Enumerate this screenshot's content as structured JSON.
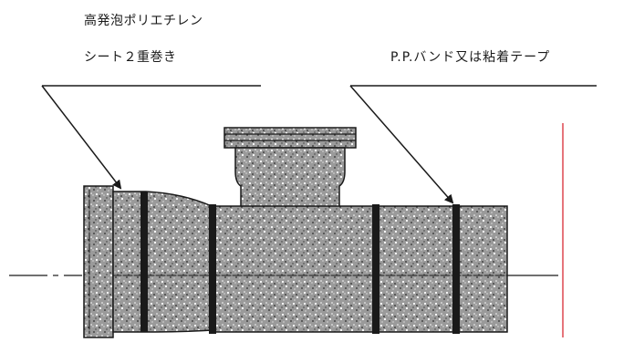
{
  "callouts": {
    "foam_wrap": {
      "line1": "高発泡ポリエチレン",
      "line2": "シート２重巻き"
    },
    "band": {
      "text": "P.P.バンド又は粘着テープ"
    }
  },
  "colors": {
    "ink": "#1a1a1a",
    "fill": "#8c8c8c",
    "edge_line": "#e0525a"
  }
}
